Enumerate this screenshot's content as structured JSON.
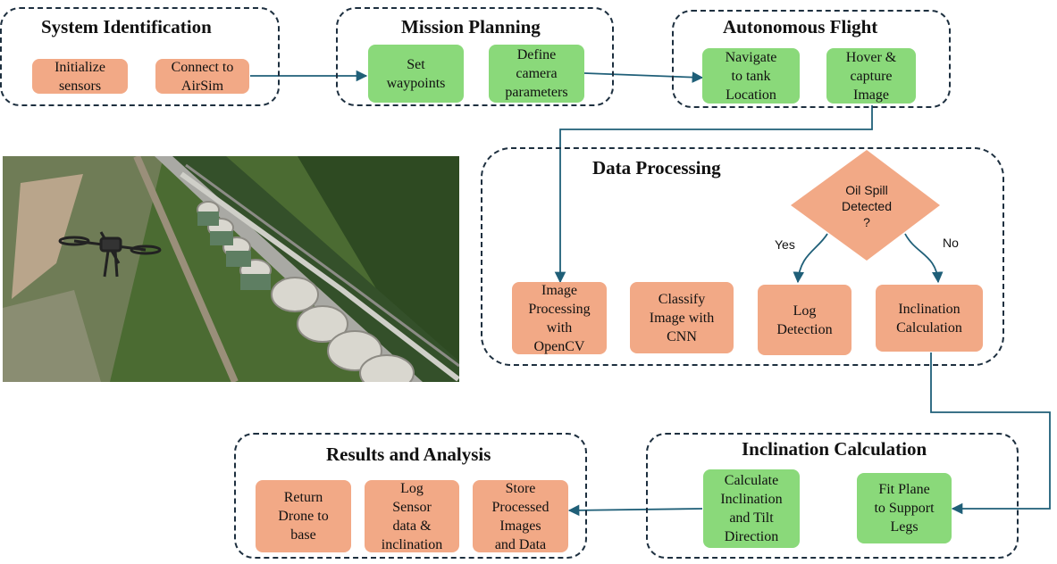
{
  "groups": {
    "system_identification": {
      "title": "System Identification",
      "steps": [
        "Initialize\nsensors",
        "Connect to\nAirSim"
      ]
    },
    "mission_planning": {
      "title": "Mission Planning",
      "steps": [
        "Set\nwaypoints",
        "Define\ncamera\nparameters"
      ]
    },
    "autonomous_flight": {
      "title": "Autonomous Flight",
      "steps": [
        "Navigate\nto tank\nLocation",
        "Hover &\ncapture\nImage"
      ]
    },
    "data_processing": {
      "title": "Data Processing",
      "steps": [
        "Image\nProcessing\nwith\nOpenCV",
        "Classify\nImage with\nCNN",
        "Log\nDetection",
        "Inclination\nCalculation"
      ],
      "decision": "Oil Spill\nDetected\n?",
      "yes_label": "Yes",
      "no_label": "No"
    },
    "inclination_calculation": {
      "title": "Inclination Calculation",
      "steps": [
        "Calculate\nInclination\nand Tilt\nDirection",
        "Fit Plane\nto Support\nLegs"
      ]
    },
    "results_analysis": {
      "title": "Results and Analysis",
      "steps": [
        "Return\nDrone to\nbase",
        "Log\nSensor\ndata &\ninclination",
        "Store\nProcessed\nImages\nand Data"
      ]
    }
  },
  "colors": {
    "orange_step": "#f2a986",
    "green_step": "#8ad97a",
    "arrow": "#1f5f78",
    "border": "#1d2f3f"
  },
  "image": {
    "subject": "aerial-view-drone-over-oil-tank-farm"
  }
}
